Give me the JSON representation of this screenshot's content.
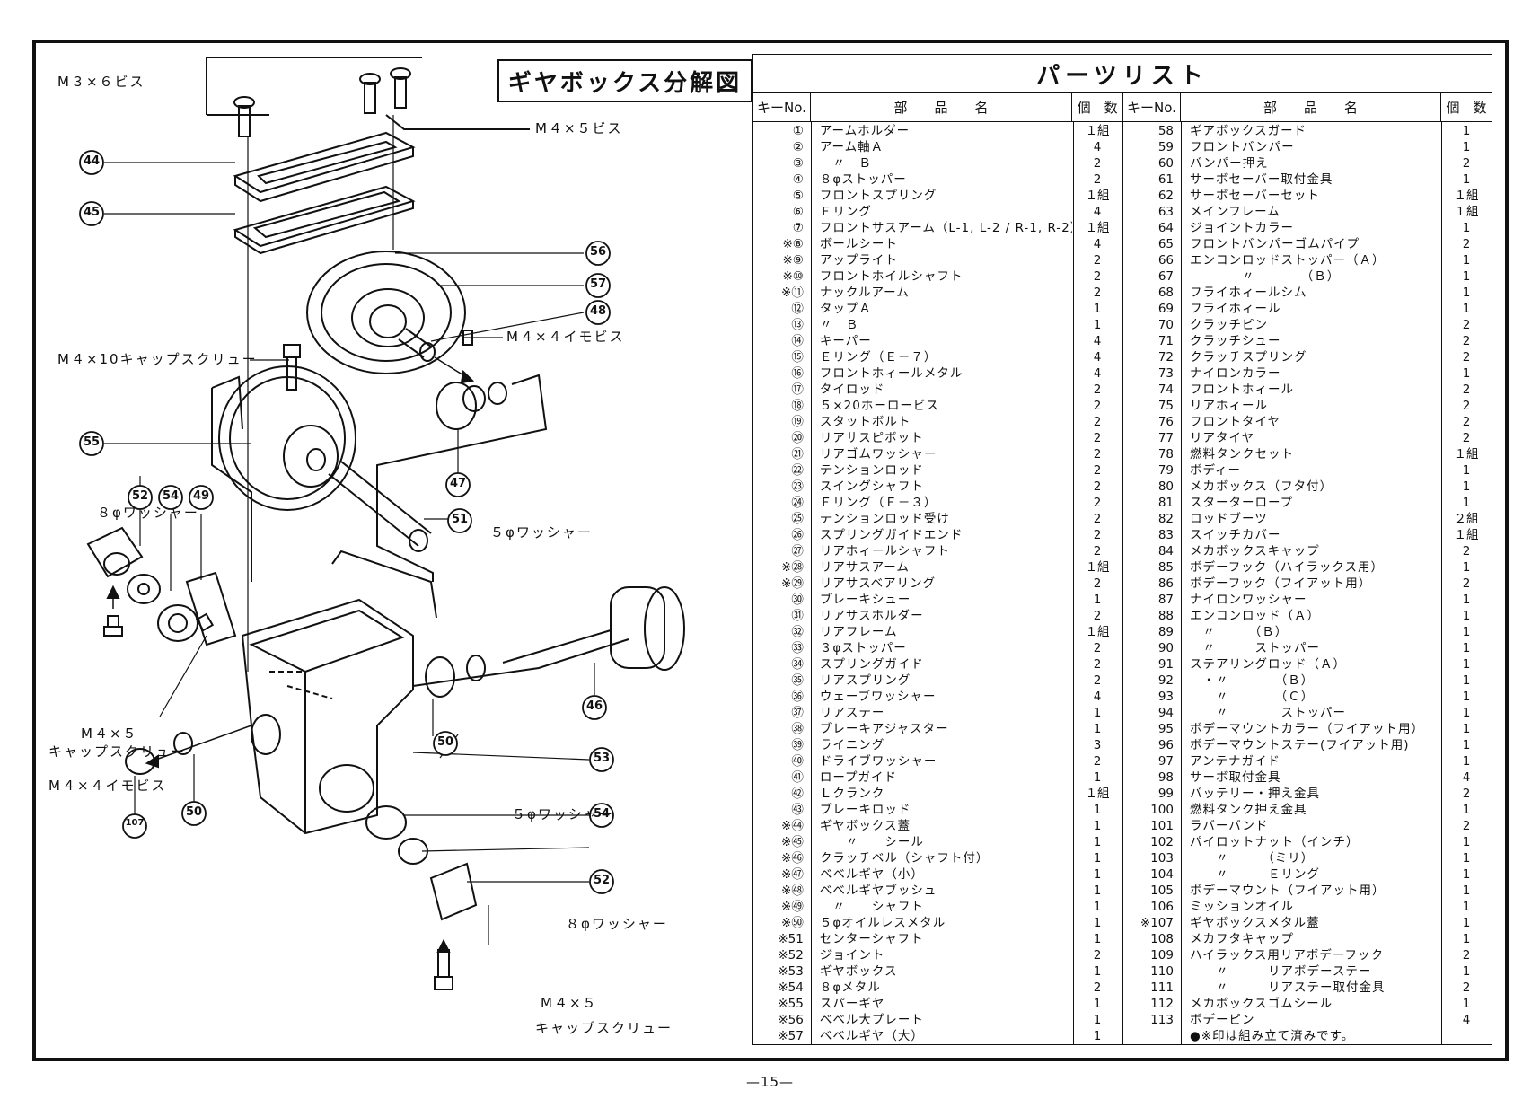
{
  "diagram": {
    "title": "ギヤボックス分解図",
    "labels": {
      "m3x6": "M３×６ビス",
      "m4x5": "M４×５ビス",
      "m4x10": "M４×10キャップスクリュー",
      "m4x4a": "M４×４イモビス",
      "w8a": "８φワッシャー",
      "w5a": "５φワッシャー",
      "m4x5cap_a1": "M４×５",
      "m4x5cap_a2": "キャップスクリュー",
      "m4x4b": "M４×４イモビス",
      "w5b": "５φワッシャー",
      "w8b": "８φワッシャー",
      "m4x5cap_b1": "M４×５",
      "m4x5cap_b2": "キャップスクリュー"
    },
    "callouts": [
      "44",
      "45",
      "56",
      "57",
      "48",
      "55",
      "47",
      "51",
      "52",
      "54",
      "49",
      "46",
      "50",
      "53",
      "107",
      "50",
      "54",
      "52"
    ]
  },
  "parts": {
    "title": "パーツリスト",
    "headers": {
      "key": "キーNo.",
      "name": "部　　品　　名",
      "qty": "個　数"
    },
    "left": [
      {
        "k": "①",
        "n": "アームホルダー",
        "q": "１組"
      },
      {
        "k": "②",
        "n": "アーム軸Ａ",
        "q": "4"
      },
      {
        "k": "③",
        "n": "　〃　Ｂ",
        "q": "2"
      },
      {
        "k": "④",
        "n": "８φストッパー",
        "q": "2"
      },
      {
        "k": "⑤",
        "n": "フロントスプリング",
        "q": "１組"
      },
      {
        "k": "⑥",
        "n": "Ｅリング",
        "q": "4"
      },
      {
        "k": "⑦",
        "n": "フロントサスアーム（L-1, L-2 / R-1, R-2）",
        "q": "１組"
      },
      {
        "k": "※⑧",
        "n": "ボールシート",
        "q": "4"
      },
      {
        "k": "※⑨",
        "n": "アップライト",
        "q": "2"
      },
      {
        "k": "※⑩",
        "n": "フロントホイルシャフト",
        "q": "2"
      },
      {
        "k": "※⑪",
        "n": "ナックルアーム",
        "q": "2"
      },
      {
        "k": "⑫",
        "n": "タップＡ",
        "q": "1"
      },
      {
        "k": "⑬",
        "n": "〃　Ｂ",
        "q": "1"
      },
      {
        "k": "⑭",
        "n": "キーパー",
        "q": "4"
      },
      {
        "k": "⑮",
        "n": "Ｅリング（Ｅ－７）",
        "q": "4"
      },
      {
        "k": "⑯",
        "n": "フロントホィールメタル",
        "q": "4"
      },
      {
        "k": "⑰",
        "n": "タイロッド",
        "q": "2"
      },
      {
        "k": "⑱",
        "n": "５×20ホーロービス",
        "q": "2"
      },
      {
        "k": "⑲",
        "n": "スタットボルト",
        "q": "2"
      },
      {
        "k": "⑳",
        "n": "リアサスピボット",
        "q": "2"
      },
      {
        "k": "㉑",
        "n": "リアゴムワッシャー",
        "q": "2"
      },
      {
        "k": "㉒",
        "n": "テンションロッド",
        "q": "2"
      },
      {
        "k": "㉓",
        "n": "スイングシャフト",
        "q": "2"
      },
      {
        "k": "㉔",
        "n": "Ｅリング（Ｅ－３）",
        "q": "2"
      },
      {
        "k": "㉕",
        "n": "テンションロッド受け",
        "q": "2"
      },
      {
        "k": "㉖",
        "n": "スプリングガイドエンド",
        "q": "2"
      },
      {
        "k": "㉗",
        "n": "リアホィールシャフト",
        "q": "2"
      },
      {
        "k": "※㉘",
        "n": "リアサスアーム",
        "q": "１組"
      },
      {
        "k": "※㉙",
        "n": "リアサスベアリング",
        "q": "2"
      },
      {
        "k": "㉚",
        "n": "ブレーキシュー",
        "q": "1"
      },
      {
        "k": "㉛",
        "n": "リアサスホルダー",
        "q": "2"
      },
      {
        "k": "㉜",
        "n": "リアフレーム",
        "q": "１組"
      },
      {
        "k": "㉝",
        "n": "３φストッパー",
        "q": "2"
      },
      {
        "k": "㉞",
        "n": "スプリングガイド",
        "q": "2"
      },
      {
        "k": "㉟",
        "n": "リアスプリング",
        "q": "2"
      },
      {
        "k": "㊱",
        "n": "ウェーブワッシャー",
        "q": "4"
      },
      {
        "k": "㊲",
        "n": "リアステー",
        "q": "1"
      },
      {
        "k": "㊳",
        "n": "ブレーキアジャスター",
        "q": "1"
      },
      {
        "k": "㊴",
        "n": "ライニング",
        "q": "3"
      },
      {
        "k": "㊵",
        "n": "ドライブワッシャー",
        "q": "2"
      },
      {
        "k": "㊶",
        "n": "ロープガイド",
        "q": "1"
      },
      {
        "k": "㊷",
        "n": "Ｌクランク",
        "q": "１組"
      },
      {
        "k": "㊸",
        "n": "ブレーキロッド",
        "q": "1"
      },
      {
        "k": "※㊹",
        "n": "ギヤボックス蓋",
        "q": "1"
      },
      {
        "k": "※㊺",
        "n": "　　〃　　シール",
        "q": "1"
      },
      {
        "k": "※㊻",
        "n": "クラッチベル（シャフト付）",
        "q": "1"
      },
      {
        "k": "※㊼",
        "n": "ベベルギヤ（小）",
        "q": "1"
      },
      {
        "k": "※㊽",
        "n": "ベベルギヤブッシュ",
        "q": "1"
      },
      {
        "k": "※㊾",
        "n": "　〃　　シャフト",
        "q": "1"
      },
      {
        "k": "※㊿",
        "n": "５φオイルレスメタル",
        "q": "1"
      },
      {
        "k": "※51",
        "n": "センターシャフト",
        "q": "1"
      },
      {
        "k": "※52",
        "n": "ジョイント",
        "q": "2"
      },
      {
        "k": "※53",
        "n": "ギヤボックス",
        "q": "1"
      },
      {
        "k": "※54",
        "n": "８φメタル",
        "q": "2"
      },
      {
        "k": "※55",
        "n": "スパーギヤ",
        "q": "1"
      },
      {
        "k": "※56",
        "n": "ベベル大プレート",
        "q": "1"
      },
      {
        "k": "※57",
        "n": "ベベルギヤ（大）",
        "q": "1"
      }
    ],
    "right": [
      {
        "k": "58",
        "n": "ギアボックスガード",
        "q": "1"
      },
      {
        "k": "59",
        "n": "フロントバンパー",
        "q": "1"
      },
      {
        "k": "60",
        "n": "バンパー押え",
        "q": "2"
      },
      {
        "k": "61",
        "n": "サーボセーバー取付金具",
        "q": "1"
      },
      {
        "k": "62",
        "n": "サーボセーバーセット",
        "q": "１組"
      },
      {
        "k": "63",
        "n": "メインフレーム",
        "q": "１組"
      },
      {
        "k": "64",
        "n": "ジョイントカラー",
        "q": "1"
      },
      {
        "k": "65",
        "n": "フロントバンパーゴムパイプ",
        "q": "2"
      },
      {
        "k": "66",
        "n": "エンコンロッドストッパー（Ａ）",
        "q": "1"
      },
      {
        "k": "67",
        "n": "　　　　〃　　　　（Ｂ）",
        "q": "1"
      },
      {
        "k": "68",
        "n": "フライホィールシム",
        "q": "1"
      },
      {
        "k": "69",
        "n": "フライホィール",
        "q": "1"
      },
      {
        "k": "70",
        "n": "クラッチピン",
        "q": "2"
      },
      {
        "k": "71",
        "n": "クラッチシュー",
        "q": "2"
      },
      {
        "k": "72",
        "n": "クラッチスプリング",
        "q": "2"
      },
      {
        "k": "73",
        "n": "ナイロンカラー",
        "q": "1"
      },
      {
        "k": "74",
        "n": "フロントホィール",
        "q": "2"
      },
      {
        "k": "75",
        "n": "リアホィール",
        "q": "2"
      },
      {
        "k": "76",
        "n": "フロントタイヤ",
        "q": "2"
      },
      {
        "k": "77",
        "n": "リアタイヤ",
        "q": "2"
      },
      {
        "k": "78",
        "n": "燃料タンクセット",
        "q": "１組"
      },
      {
        "k": "79",
        "n": "ボディー",
        "q": "1"
      },
      {
        "k": "80",
        "n": "メカボックス（フタ付）",
        "q": "1"
      },
      {
        "k": "81",
        "n": "スターターロープ",
        "q": "1"
      },
      {
        "k": "82",
        "n": "ロッドブーツ",
        "q": "２組"
      },
      {
        "k": "83",
        "n": "スイッチカバー",
        "q": "１組"
      },
      {
        "k": "84",
        "n": "メカボックスキャップ",
        "q": "2"
      },
      {
        "k": "85",
        "n": "ボデーフック（ハイラックス用）",
        "q": "1"
      },
      {
        "k": "86",
        "n": "ボデーフック（フイアット用）",
        "q": "2"
      },
      {
        "k": "87",
        "n": "ナイロンワッシャー",
        "q": "1"
      },
      {
        "k": "88",
        "n": "エンコンロッド（Ａ）",
        "q": "1"
      },
      {
        "k": "89",
        "n": "　〃　　　（Ｂ）",
        "q": "1"
      },
      {
        "k": "90",
        "n": "　〃　　　ストッパー",
        "q": "1"
      },
      {
        "k": "91",
        "n": "ステアリングロッド（Ａ）",
        "q": "1"
      },
      {
        "k": "92",
        "n": "　・〃　　　　（Ｂ）",
        "q": "1"
      },
      {
        "k": "93",
        "n": "　　〃　　　　（Ｃ）",
        "q": "1"
      },
      {
        "k": "94",
        "n": "　　〃　　　　ストッパー",
        "q": "1"
      },
      {
        "k": "95",
        "n": "ボデーマウントカラー（フイアット用）",
        "q": "1"
      },
      {
        "k": "96",
        "n": "ボデーマウントステー(フイアット用)",
        "q": "1"
      },
      {
        "k": "97",
        "n": "アンテナガイド",
        "q": "1"
      },
      {
        "k": "98",
        "n": "サーボ取付金具",
        "q": "4"
      },
      {
        "k": "99",
        "n": "バッテリー・押え金具",
        "q": "2"
      },
      {
        "k": "100",
        "n": "燃料タンク押え金具",
        "q": "1"
      },
      {
        "k": "101",
        "n": "ラバーバンド",
        "q": "2"
      },
      {
        "k": "102",
        "n": "パイロットナット（インチ）",
        "q": "1"
      },
      {
        "k": "103",
        "n": "　　〃　　　（ミリ）",
        "q": "1"
      },
      {
        "k": "104",
        "n": "　　〃　　　Ｅリング",
        "q": "1"
      },
      {
        "k": "105",
        "n": "ボデーマウント（フイアット用）",
        "q": "1"
      },
      {
        "k": "106",
        "n": "ミッションオイル",
        "q": "1"
      },
      {
        "k": "※107",
        "n": "ギヤボックスメタル蓋",
        "q": "1"
      },
      {
        "k": "108",
        "n": "メカフタキャップ",
        "q": "1"
      },
      {
        "k": "109",
        "n": "ハイラックス用リアボデーフック",
        "q": "2"
      },
      {
        "k": "110",
        "n": "　　〃　　　リアボデーステー",
        "q": "1"
      },
      {
        "k": "111",
        "n": "　　〃　　　リアステー取付金具",
        "q": "2"
      },
      {
        "k": "112",
        "n": "メカボックスゴムシール",
        "q": "1"
      },
      {
        "k": "113",
        "n": "ボデーピン",
        "q": "4"
      },
      {
        "k": "",
        "n": "●※印は組み立て済みです。",
        "q": ""
      }
    ]
  },
  "footer": {
    "page": "—15—"
  }
}
